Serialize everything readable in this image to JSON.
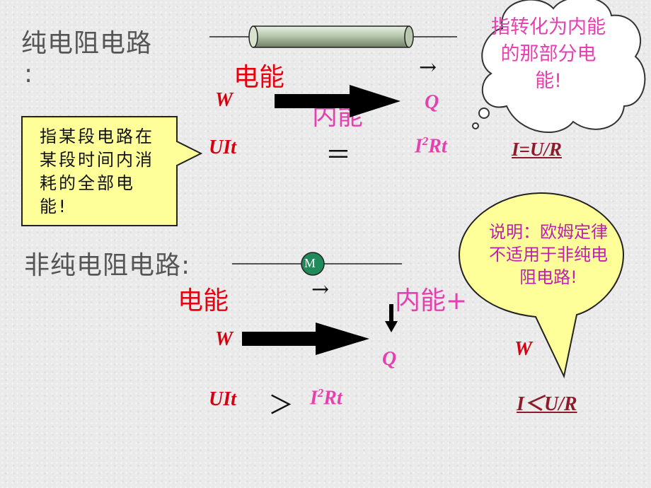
{
  "pure": {
    "heading": "纯电阻电路",
    "colon": ":",
    "electric_energy": "电能",
    "arrow": "→",
    "internal_energy": "内能",
    "W": "W",
    "Q": "Q",
    "UIt": "UIt",
    "equals": "＝",
    "I2Rt_base": "I",
    "I2Rt_exp": "2",
    "I2Rt_rest": "Rt",
    "law": "I=U/R"
  },
  "nonpure": {
    "heading": "非纯电阻电路:",
    "motor_label": "M",
    "electric_energy": "电能",
    "arrow": "→",
    "internal_energy": "内能+",
    "W": "W",
    "Q": "Q",
    "W_right": "W",
    "UIt": "UIt",
    "greater": "＞",
    "I2Rt_base": "I",
    "I2Rt_exp": "2",
    "I2Rt_rest": "Rt",
    "law": "I＜U/R"
  },
  "callouts": {
    "rect": "指某段电路在某段时间内消耗的全部电能!",
    "cloud": "指转化为内能的那部分电能!",
    "bubble": "说明：欧姆定律不适用于非纯电阻电路!"
  },
  "colors": {
    "red": "#e8000f",
    "pink": "#e640b0",
    "maroon": "#8e1b2a",
    "callout_fill": "#ffff99",
    "heading_gray": "#555555"
  }
}
